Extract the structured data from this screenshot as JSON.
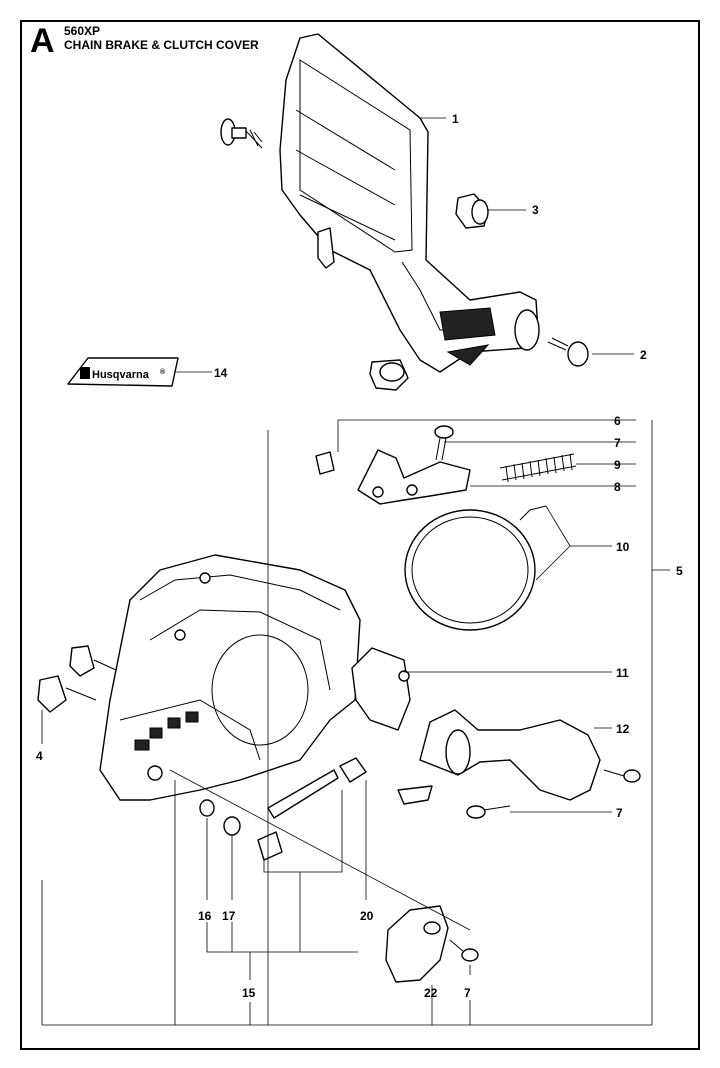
{
  "header": {
    "sheet_letter": "A",
    "model": "560XP",
    "title": "CHAIN BRAKE & CLUTCH COVER"
  },
  "decal": {
    "brand_text": "Husqvarna",
    "reg_mark": "®"
  },
  "callouts": {
    "c1": "1",
    "c2": "2",
    "c3": "3",
    "c4": "4",
    "c5": "5",
    "c6": "6",
    "c7a": "7",
    "c7b": "7",
    "c7c": "7",
    "c8": "8",
    "c9": "9",
    "c10": "10",
    "c11": "11",
    "c12": "12",
    "c14": "14",
    "c15": "15",
    "c16": "16",
    "c17": "17",
    "c20": "20",
    "c22": "22"
  },
  "colors": {
    "line": "#000000",
    "background": "#ffffff"
  }
}
